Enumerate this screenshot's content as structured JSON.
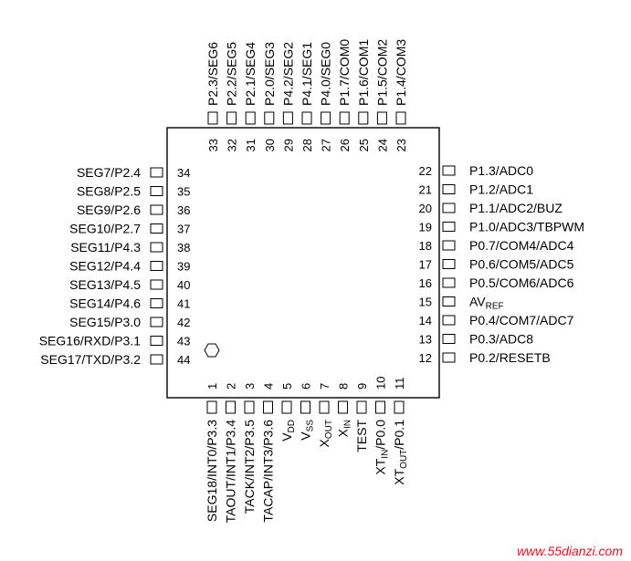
{
  "pins": {
    "top": [
      {
        "num": "33",
        "label": "P2.3/SEG6"
      },
      {
        "num": "32",
        "label": "P2.2/SEG5"
      },
      {
        "num": "31",
        "label": "P2.1/SEG4"
      },
      {
        "num": "30",
        "label": "P2.0/SEG3"
      },
      {
        "num": "29",
        "label": "P4.2/SEG2"
      },
      {
        "num": "28",
        "label": "P4.1/SEG1"
      },
      {
        "num": "27",
        "label": "P4.0/SEG0"
      },
      {
        "num": "26",
        "label": "P1.7/COM0"
      },
      {
        "num": "25",
        "label": "P1.6/COM1"
      },
      {
        "num": "24",
        "label": "P1.5/COM2"
      },
      {
        "num": "23",
        "label": "P1.4/COM3"
      }
    ],
    "left": [
      {
        "num": "34",
        "label": "SEG7/P2.4"
      },
      {
        "num": "35",
        "label": "SEG8/P2.5"
      },
      {
        "num": "36",
        "label": "SEG9/P2.6"
      },
      {
        "num": "37",
        "label": "SEG10/P2.7"
      },
      {
        "num": "38",
        "label": "SEG11/P4.3"
      },
      {
        "num": "39",
        "label": "SEG12/P4.4"
      },
      {
        "num": "40",
        "label": "SEG13/P4.5"
      },
      {
        "num": "41",
        "label": "SEG14/P4.6"
      },
      {
        "num": "42",
        "label": "SEG15/P3.0"
      },
      {
        "num": "43",
        "label": "SEG16/RXD/P3.1"
      },
      {
        "num": "44",
        "label": "SEG17/TXD/P3.2"
      }
    ],
    "right": [
      {
        "num": "22",
        "label": "P1.3/ADC0"
      },
      {
        "num": "21",
        "label": "P1.2/ADC1"
      },
      {
        "num": "20",
        "label": "P1.1/ADC2/BUZ"
      },
      {
        "num": "19",
        "label": "P1.0/ADC3/TBPWM"
      },
      {
        "num": "18",
        "label": "P0.7/COM4/ADC4"
      },
      {
        "num": "17",
        "label": "P0.6/COM5/ADC5"
      },
      {
        "num": "16",
        "label": "P0.5/COM6/ADC6"
      },
      {
        "num": "15",
        "label": "AV",
        "sub": "REF"
      },
      {
        "num": "14",
        "label": "P0.4/COM7/ADC7"
      },
      {
        "num": "13",
        "label": "P0.3/ADC8"
      },
      {
        "num": "12",
        "label": "P0.2/RESETB"
      }
    ],
    "bottom": [
      {
        "num": "1",
        "label": "SEG18/INT0/P3.3"
      },
      {
        "num": "2",
        "label": "TAOUT/INT1/P3.4"
      },
      {
        "num": "3",
        "label": "TACK/INT2/P3.5"
      },
      {
        "num": "4",
        "label": "TACAP/INT3/P3.6"
      },
      {
        "num": "5",
        "label": "V",
        "sub": "DD"
      },
      {
        "num": "6",
        "label": "V",
        "sub": "SS"
      },
      {
        "num": "7",
        "label": "X",
        "sub": "OUT"
      },
      {
        "num": "8",
        "label": "X",
        "sub": "IN"
      },
      {
        "num": "9",
        "label": "TEST"
      },
      {
        "num": "10",
        "label": "XT",
        "sub": "IN",
        "suffix": "/P0.0"
      },
      {
        "num": "11",
        "label": "XT",
        "sub": "OUT",
        "suffix": "/P0.1"
      }
    ]
  },
  "watermark": "www.55dianzi.com"
}
